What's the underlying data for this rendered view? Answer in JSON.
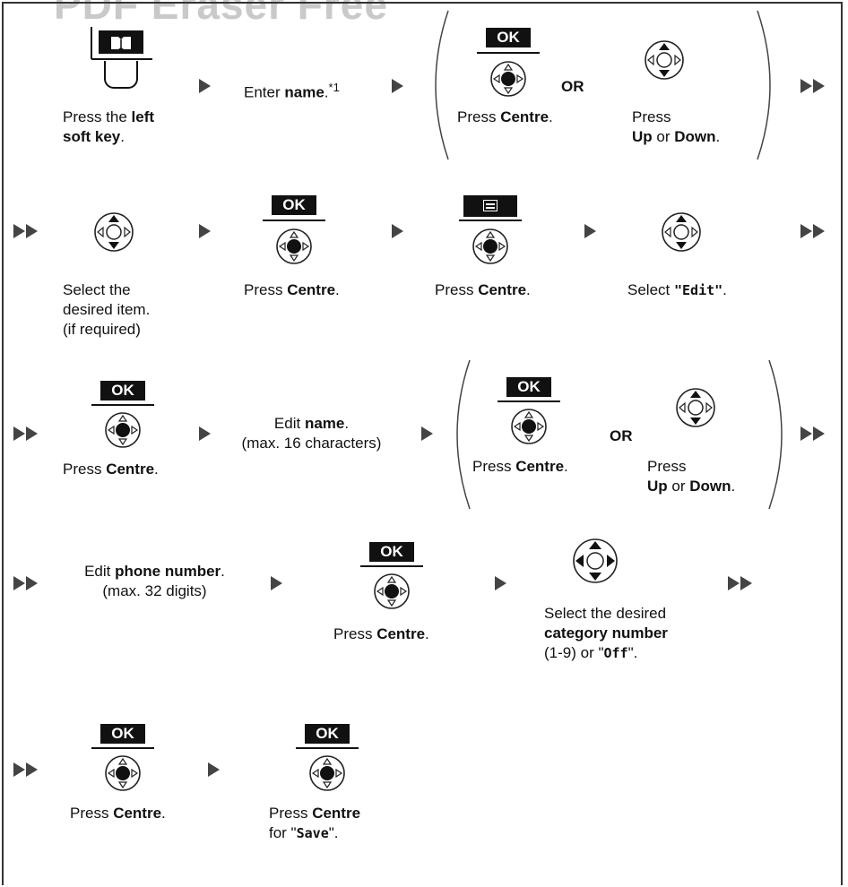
{
  "watermark": "PDF Eraser Free",
  "labels": {
    "press_the": "Press the ",
    "left_soft_key_1": "left",
    "left_soft_key_2": "soft key",
    "period": ".",
    "enter": "Enter ",
    "name": "name",
    "footnote": "*1",
    "or": "OR",
    "ok": "OK",
    "press": "Press ",
    "press_only": "Press",
    "centre": "Centre",
    "up": "Up",
    "or_word": " or ",
    "down": "Down",
    "select_the": "Select the",
    "desired_item": "desired item.",
    "if_required": "(if required)",
    "select": "Select ",
    "edit_cmd": "\"Edit\"",
    "edit": "Edit ",
    "max_16": "(max. 16 characters)",
    "phone_number": "phone number",
    "max_32": "(max. 32 digits)",
    "select_desired": "Select the desired",
    "category_number": "category number",
    "range": "(1-9) or \"",
    "off": "Off",
    "close_quote": "\".",
    "for_quote": "for \"",
    "save": "Save"
  }
}
